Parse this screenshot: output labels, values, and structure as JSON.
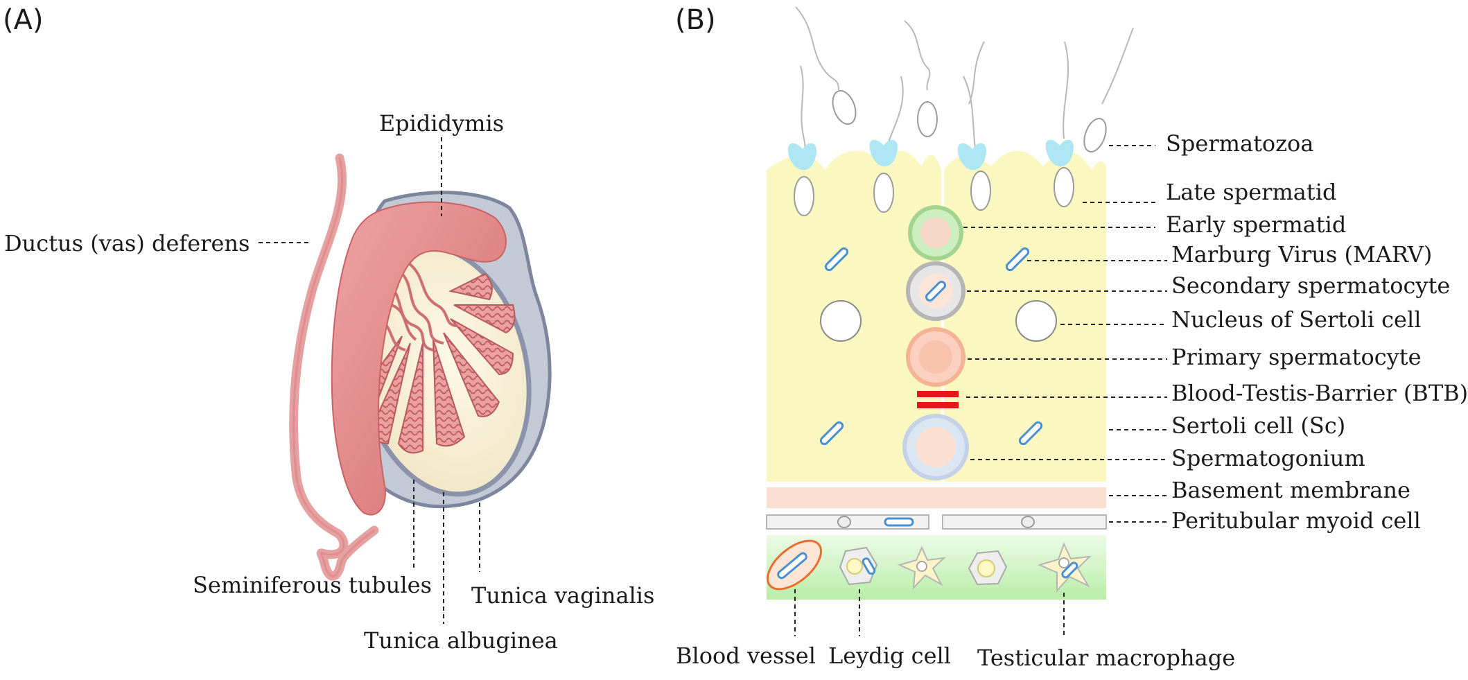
{
  "panels": {
    "a_letter": "(A)",
    "b_letter": "(B)"
  },
  "panel_a": {
    "labels": {
      "epididymis": "Epididymis",
      "ductus": "Ductus (vas) deferens",
      "seminiferous": "Seminiferous tubules",
      "vaginalis": "Tunica vaginalis",
      "albuginea": "Tunica albuginea"
    }
  },
  "panel_b": {
    "labels": {
      "spermatozoa": "Spermatozoa",
      "late_spermatid": "Late spermatid",
      "early_spermatid": "Early spermatid",
      "marv": "Marburg Virus (MARV)",
      "secondary": "Secondary spermatocyte",
      "sertoli_nucleus": "Nucleus of Sertoli cell",
      "primary": "Primary spermatocyte",
      "btb": "Blood-Testis-Barrier (BTB)",
      "sertoli_cell": "Sertoli cell (Sc)",
      "spermatogonium": "Spermatogonium",
      "basement": "Basement membrane",
      "peritubular": "Peritubular myoid cell",
      "blood_vessel": "Blood vessel",
      "leydig": "Leydig cell",
      "macrophage": "Testicular macrophage"
    }
  },
  "colors": {
    "sertoli_yellow": "#fbf7c0",
    "membrane_pink": "#fbe0d2",
    "interstitial_green": "#d2f5c6",
    "btb_red": "#e8161b",
    "virus_blue": "#4a8fd0",
    "epididymis_pink": "#e28a8a",
    "tunica_gray": "#9aa3b8"
  }
}
